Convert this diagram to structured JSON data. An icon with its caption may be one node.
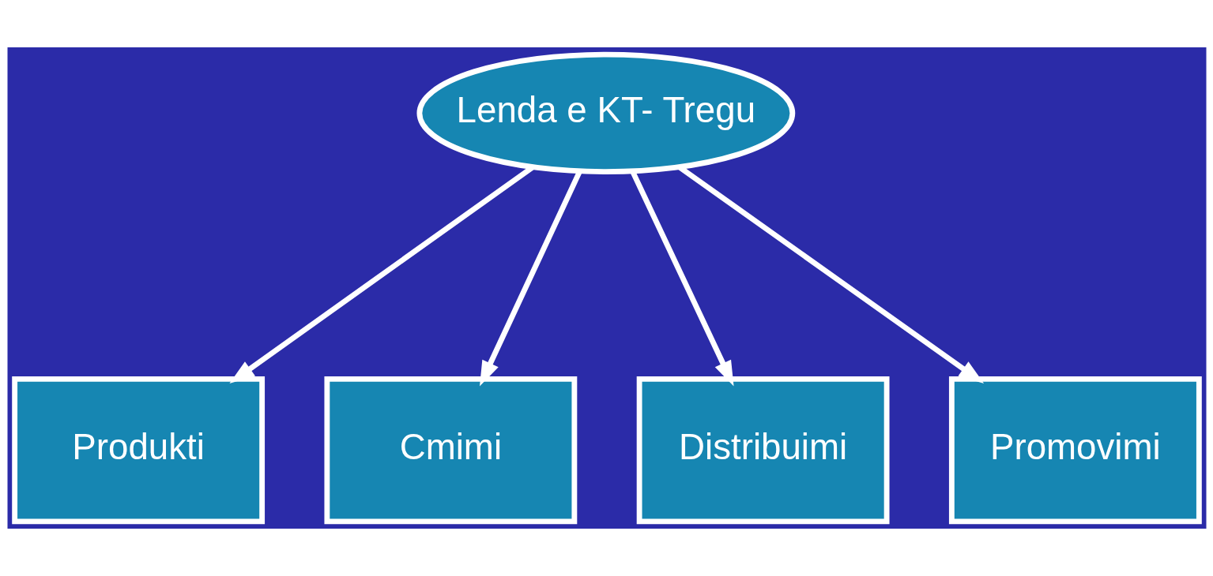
{
  "diagram": {
    "nodes": [
      {
        "text": [
          "Lenda e KT- Tregu"
        ]
      },
      {
        "text": [
          "Produkti"
        ]
      },
      {
        "text": [
          "Cmimi"
        ]
      },
      {
        "text": [
          "Distribuimi"
        ]
      },
      {
        "text": [
          "Promovimi"
        ]
      }
    ],
    "edges": [
      {
        "from": 0,
        "to": 1,
        "arrow": "to"
      },
      {
        "from": 0,
        "to": 2,
        "arrow": "to"
      },
      {
        "from": 0,
        "to": 3,
        "arrow": "to"
      },
      {
        "from": 0,
        "to": 4,
        "arrow": "to"
      }
    ]
  }
}
